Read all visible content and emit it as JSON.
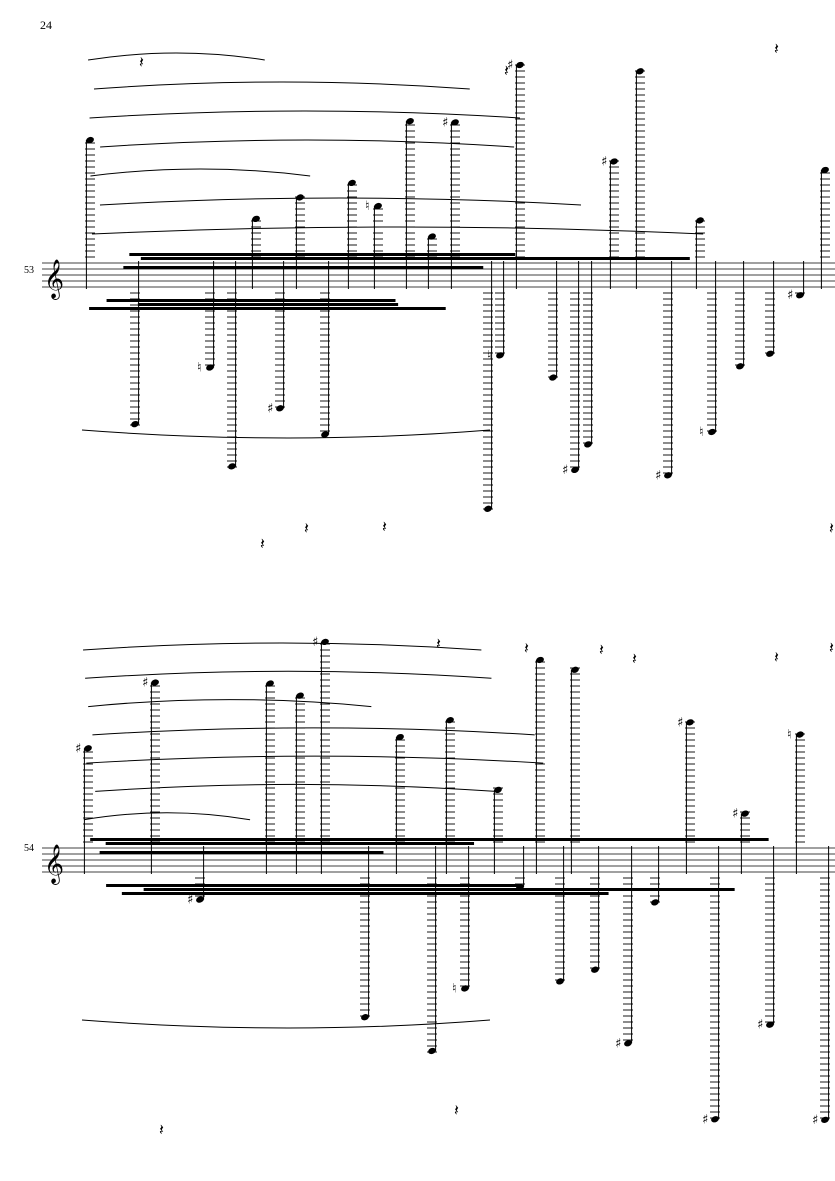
{
  "page": {
    "page_number": "24"
  },
  "systems": [
    {
      "measure_number": "53",
      "clef": "treble"
    },
    {
      "measure_number": "54",
      "clef": "treble"
    }
  ],
  "glyphs": {
    "sharp": "♯",
    "natural": "♮",
    "rest": "𝄽",
    "treble_clef": "𝄞"
  }
}
